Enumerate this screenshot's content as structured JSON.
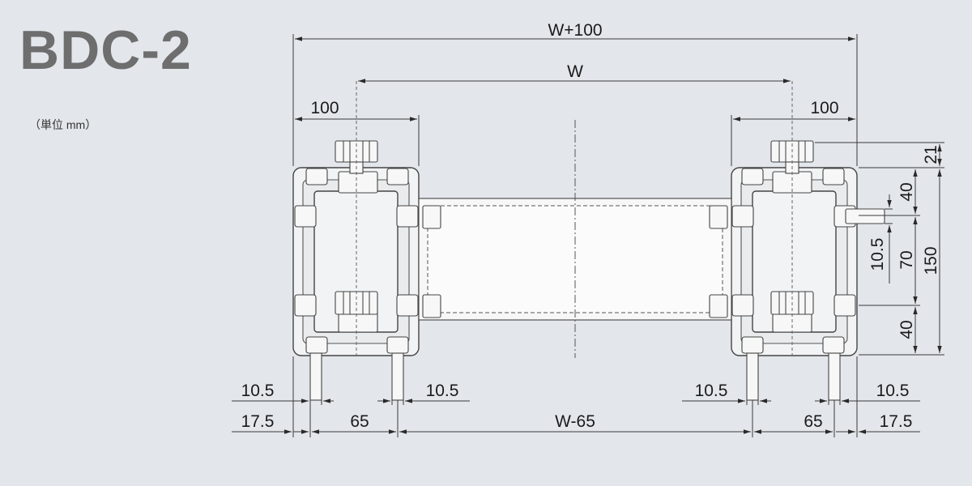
{
  "title": "BDC-2",
  "unit_note": "（単位 mm）",
  "dimensions": {
    "overall_width": "W+100",
    "inner_width": "W",
    "left_frame": "100",
    "right_frame": "100",
    "top_offset": "21",
    "upper_pitch": "40",
    "slot_width": "10.5",
    "middle_pitch": "70",
    "total_height": "150",
    "lower_pitch": "40",
    "bottom_left_outer_slot": "10.5",
    "bottom_left_inner_slot": "10.5",
    "bottom_right_inner_slot": "10.5",
    "bottom_right_outer_slot": "10.5",
    "bottom_left_edge": "17.5",
    "bottom_left_pitch": "65",
    "bottom_center_pitch": "W-65",
    "bottom_right_pitch": "65",
    "bottom_right_edge": "17.5"
  }
}
